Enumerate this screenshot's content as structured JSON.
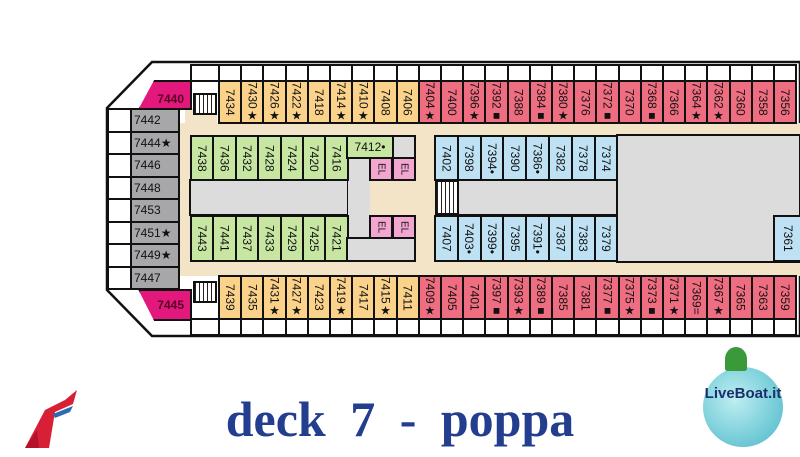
{
  "title": "deck 7 - poppa",
  "logos": {
    "liveboat": "LiveBoat.it"
  },
  "colors": {
    "suite": "#e3187c",
    "balcony_aft": "#fbd28a",
    "balcony": "#ef6d80",
    "interior_aft": "#c7e6a2",
    "interior": "#bfe1f4",
    "stern": "#a7a6a9",
    "elevator": "#f3a6d0"
  },
  "cabins": {
    "top_outer_orange": [
      "7434",
      "7430★",
      "7426★",
      "7422★",
      "7418",
      "7414★",
      "7410★",
      "7408",
      "7406"
    ],
    "top_outer_red": [
      "7404★",
      "7400",
      "7396★",
      "7392■",
      "7388",
      "7384■",
      "7380★",
      "7376",
      "7372■",
      "7370",
      "7368■",
      "7366",
      "7364★",
      "7362★",
      "7360",
      "7358",
      "7356"
    ],
    "bottom_outer_orange": [
      "7439",
      "7435",
      "7431★",
      "7427★",
      "7423",
      "7419★",
      "7417",
      "7415★",
      "7411"
    ],
    "bottom_outer_red": [
      "7409★",
      "7405",
      "7401",
      "7397■",
      "7393★",
      "7389■",
      "7385",
      "7381",
      "7377■",
      "7375★",
      "7373■",
      "7371★",
      "7369=",
      "7367★",
      "7365",
      "7363",
      "7359"
    ],
    "top_inner_green": [
      "7438",
      "7436",
      "7432",
      "7428",
      "7424",
      "7420",
      "7416"
    ],
    "bottom_inner_green": [
      "7443",
      "7441",
      "7437",
      "7433",
      "7429",
      "7425",
      "7421"
    ],
    "top_inner_blue": [
      "7402",
      "7398",
      "7394•",
      "7390",
      "7386•",
      "7382",
      "7378",
      "7374"
    ],
    "bottom_inner_blue": [
      "7407",
      "7403•",
      "7399•",
      "7395",
      "7391•",
      "7387",
      "7383",
      "7379"
    ],
    "stern": [
      "7442",
      "7444★",
      "7446",
      "7448",
      "7453",
      "7451★",
      "7449★",
      "7447"
    ],
    "suite_top": "7440",
    "suite_bottom": "7445",
    "cabin_7412": "7412•",
    "cabin_7361": "7361",
    "elevator_label": "EL"
  }
}
